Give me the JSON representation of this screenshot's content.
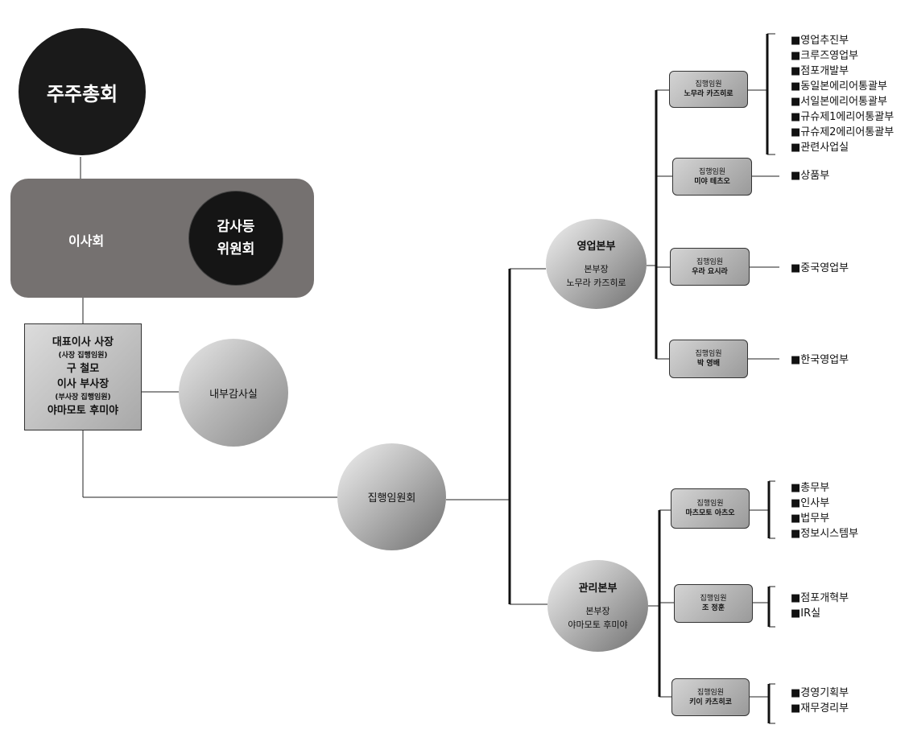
{
  "shareholders": {
    "label": "주주총회"
  },
  "board": {
    "label": "이사회",
    "audit_committee": {
      "line1": "감사등",
      "line2": "위원회"
    }
  },
  "presidents": {
    "title1": "대표이사 사장",
    "sub1": "(사장 집행임원)",
    "name1": "구 철모",
    "title2": "이사 부사장",
    "sub2": "(부사장 집행임원)",
    "name2": "야마모토 후미야"
  },
  "internal_audit": {
    "label": "내부감사실"
  },
  "exec_committee": {
    "label": "집행임원회"
  },
  "divisions": [
    {
      "name": "영업본부",
      "head_title": "본부장",
      "head_name": "노무라 카즈히로"
    },
    {
      "name": "관리본부",
      "head_title": "본부장",
      "head_name": "야마모토 후미야"
    }
  ],
  "exec_title": "집행임원",
  "executives": [
    {
      "name": "노무라 카즈히로",
      "departments": [
        "■영업추진부",
        "■크루즈영업부",
        "■점포개발부",
        "■동일본에리어통괄부",
        "■서일본에리어통괄부",
        "■규슈제1에리어통괄부",
        "■규슈제2에리어통괄부",
        "■관련사업실"
      ]
    },
    {
      "name": "미야 테츠오",
      "departments": [
        "■상품부"
      ]
    },
    {
      "name": "우라 요시라",
      "departments": [
        "■중국영업부"
      ]
    },
    {
      "name": "박 영배",
      "departments": [
        "■한국영업부"
      ]
    },
    {
      "name": "마츠모토 아츠오",
      "departments": [
        "■총무부",
        "■인사부",
        "■법무부",
        "■정보시스템부"
      ]
    },
    {
      "name": "조 정훈",
      "departments": [
        "■점포개혁부",
        "■IR실"
      ]
    },
    {
      "name": "키이 카츠히코",
      "departments": [
        "■경영기획부",
        "■재무경리부"
      ]
    }
  ]
}
